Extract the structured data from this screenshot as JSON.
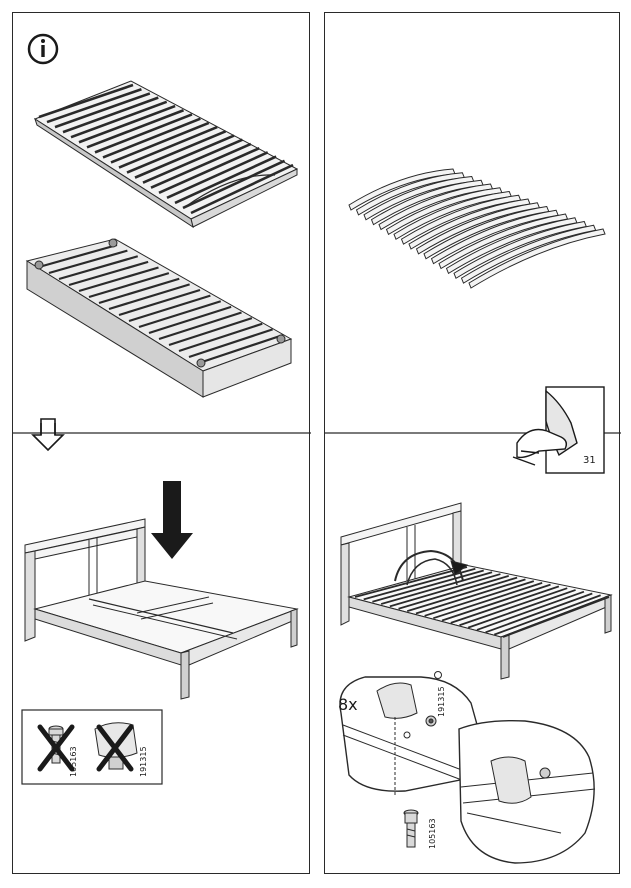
{
  "page": {
    "left_panel": {
      "step_top": {
        "info_icon": "info-circle-icon",
        "images": [
          "slatted-base-with-curved-slats",
          "box-frame-with-slats"
        ]
      },
      "step_bottom": {
        "arrow_icon": "down-arrow-outline-icon",
        "images": [
          "bed-frame-with-arrow-down",
          "caution-box"
        ],
        "caution_box": {
          "items": [
            {
              "part_code": "105163",
              "status": "crossed-out",
              "icon": "bolt-icon"
            },
            {
              "part_code": "191315",
              "status": "crossed-out",
              "icon": "bracket-icon"
            }
          ]
        }
      }
    },
    "right_panel": {
      "step_top": {
        "images": [
          "loose-slats-set"
        ]
      },
      "step_bottom": {
        "page_ref_icon": "turn-page-hand-icon",
        "page_ref": "31",
        "quantity": "8x",
        "part_codes": [
          "191315",
          "105163"
        ],
        "images": [
          "bed-frame-with-slats-rotation",
          "bracket-detail-zoom"
        ]
      }
    },
    "colors": {
      "line": "#2a2a2a",
      "fill_gray": "#d9d9d9",
      "fill_dark": "#555555",
      "background": "#ffffff"
    }
  }
}
